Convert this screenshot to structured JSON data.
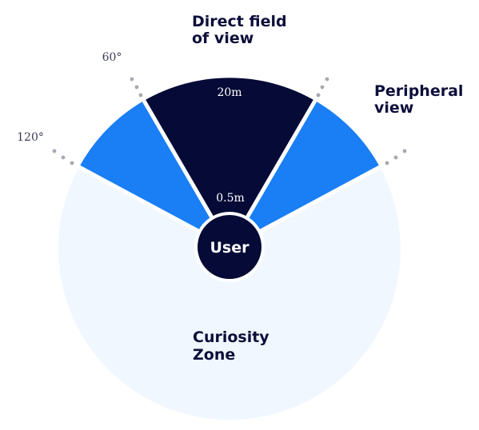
{
  "colors": {
    "curiosity_zone": "#f1f7ff",
    "peripheral_view": "#1a7ef5",
    "direct_field": "#050a36",
    "user_circle": "#050a36",
    "user_text": "#ffffff",
    "dots": "#a7a9b0",
    "label_dark": "#0d0f3a",
    "angle_label": "#3a3d55"
  },
  "labels": {
    "direct_field_line1": "Direct field",
    "direct_field_line2": "of view",
    "peripheral_line1": "Peripheral",
    "peripheral_line2": "view",
    "curiosity_line1": "Curiosity",
    "curiosity_line2": "Zone",
    "user": "User",
    "range_far": "20m",
    "range_near": "0.5m",
    "angle_60": "60°",
    "angle_120": "120°"
  }
}
